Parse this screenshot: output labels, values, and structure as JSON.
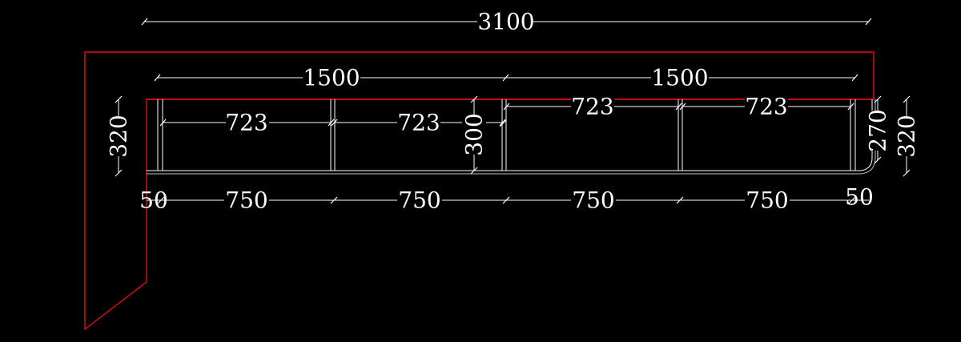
{
  "drawing": {
    "colors": {
      "background": "#000000",
      "outline": "#e01010",
      "dimension": "#ffffff"
    },
    "dimensions": {
      "overall_width": "3100",
      "section_left_width": "1500",
      "section_right_width": "1500",
      "compartments": [
        "723",
        "723",
        "723",
        "723"
      ],
      "segments": [
        "750",
        "750",
        "750",
        "750"
      ],
      "end_left": "50",
      "end_right": "50",
      "depth_left": "320",
      "depth_right": "320",
      "inner_depth_right": "270",
      "shelf_height": "300"
    }
  }
}
